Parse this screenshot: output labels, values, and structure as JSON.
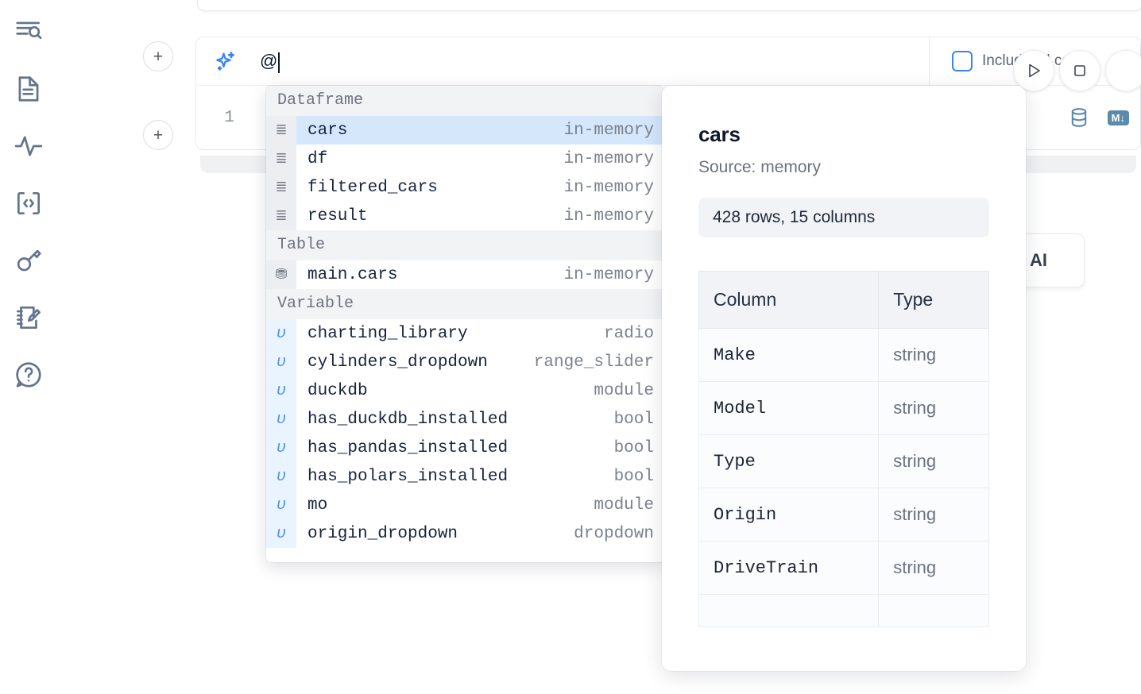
{
  "rail": {
    "items": [
      {
        "name": "file-explorer-icon",
        "label": "File explorer"
      },
      {
        "name": "document-icon",
        "label": "Documentation"
      },
      {
        "name": "activity-icon",
        "label": "Variables"
      },
      {
        "name": "code-brackets-icon",
        "label": "Snippets"
      },
      {
        "name": "key-icon",
        "label": "Secrets"
      },
      {
        "name": "notebook-edit-icon",
        "label": "Scratchpad"
      },
      {
        "name": "help-chat-icon",
        "label": "Help"
      }
    ]
  },
  "cell": {
    "add_button_label": "+",
    "prompt_value": "@",
    "include_all_code_label": "Include all code",
    "include_all_code_checked": false,
    "line_number": "1",
    "run_button_label": "Run",
    "stop_button_label": "Stop",
    "database_icon_label": "Data sources",
    "markdown_icon_label": "M",
    "markdown_icon_arrow": "↓"
  },
  "ai_card": {
    "partial_label": "h AI"
  },
  "autocomplete": {
    "groups": [
      {
        "title": "Dataframe",
        "icon": "dataframe-icon",
        "glyph": "≣",
        "items": [
          {
            "name": "cars",
            "type": "in-memory",
            "selected": true
          },
          {
            "name": "df",
            "type": "in-memory",
            "selected": false
          },
          {
            "name": "filtered_cars",
            "type": "in-memory",
            "selected": false
          },
          {
            "name": "result",
            "type": "in-memory",
            "selected": false
          }
        ]
      },
      {
        "title": "Table",
        "icon": "table-icon",
        "glyph": "⛃",
        "items": [
          {
            "name": "main.cars",
            "type": "in-memory",
            "selected": false
          }
        ]
      },
      {
        "title": "Variable",
        "icon": "variable-icon",
        "glyph": "υ",
        "items": [
          {
            "name": "charting_library",
            "type": "radio",
            "selected": false
          },
          {
            "name": "cylinders_dropdown",
            "type": "range_slider",
            "selected": false
          },
          {
            "name": "duckdb",
            "type": "module",
            "selected": false
          },
          {
            "name": "has_duckdb_installed",
            "type": "bool",
            "selected": false
          },
          {
            "name": "has_pandas_installed",
            "type": "bool",
            "selected": false
          },
          {
            "name": "has_polars_installed",
            "type": "bool",
            "selected": false
          },
          {
            "name": "mo",
            "type": "module",
            "selected": false
          },
          {
            "name": "origin_dropdown",
            "type": "dropdown",
            "selected": false
          }
        ]
      }
    ]
  },
  "detail": {
    "title": "cars",
    "source": "Source: memory",
    "shape": "428 rows, 15 columns",
    "headers": [
      "Column",
      "Type"
    ],
    "rows": [
      {
        "column": "Make",
        "type": "string"
      },
      {
        "column": "Model",
        "type": "string"
      },
      {
        "column": "Type",
        "type": "string"
      },
      {
        "column": "Origin",
        "type": "string"
      },
      {
        "column": "DriveTrain",
        "type": "string"
      }
    ]
  },
  "colors": {
    "accent_blue": "#3b82f6",
    "selected_row": "#d4e7fb",
    "section_header_bg": "#f2f3f5",
    "tool_icon": "#5b8aab",
    "rail_icon": "#64748b"
  }
}
